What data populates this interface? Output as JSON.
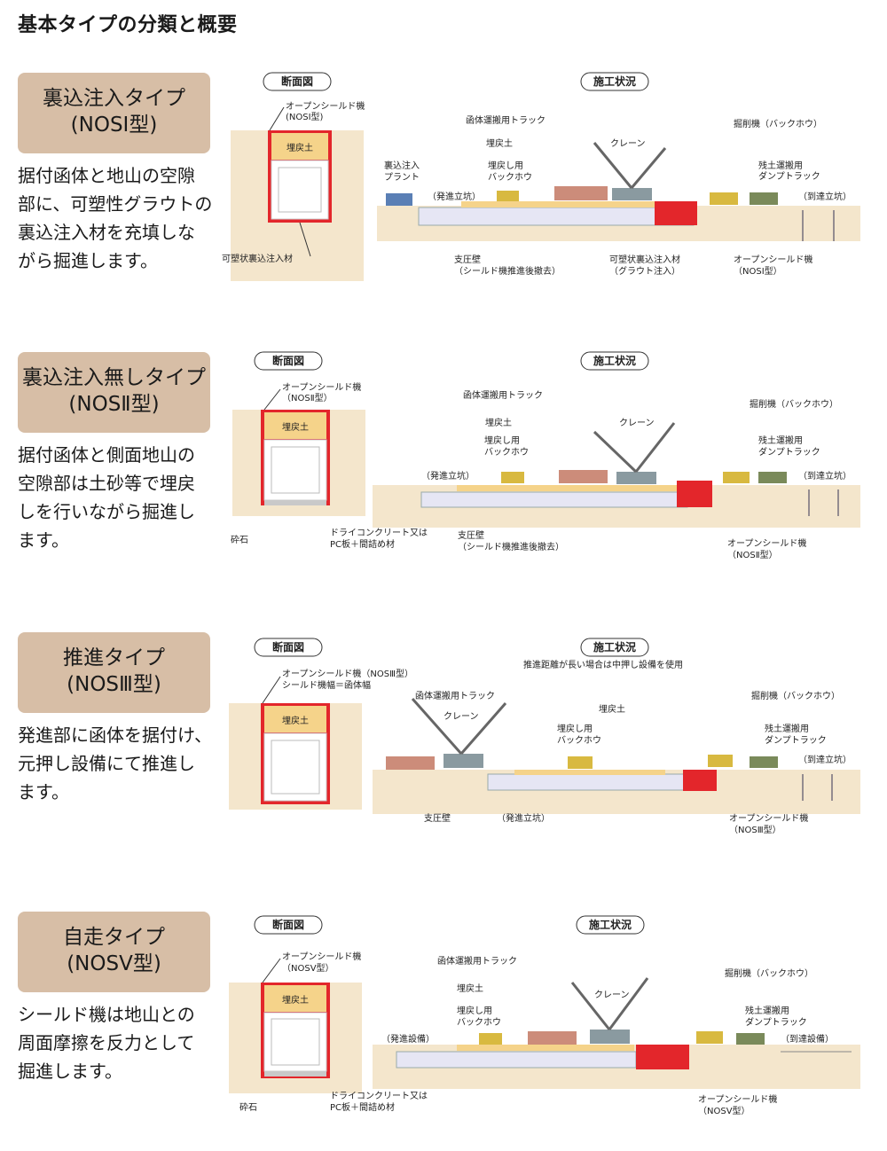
{
  "page_title": "基本タイプの分類と概要",
  "colors": {
    "badge": "#d7bea6",
    "ground": "#f4e6cc",
    "shield": "#e3262b",
    "backfill": "#f5d38a"
  },
  "sections": [
    {
      "title_1": "裏込注入タイプ",
      "title_2": "(NOSⅠ型)",
      "desc": [
        "据付函体と地山の空隙",
        "部に、可塑性グラウトの",
        "裏込注入材を充填しな",
        "がら掘進します。"
      ],
      "section_label": "断面図",
      "construction_label": "施工状況",
      "cs": {
        "shield_1": "オープンシールド機",
        "shield_2": "(NOSⅠ型)",
        "backfill": "埋戻土",
        "bottom": "可塑状裏込注入材"
      },
      "site": {
        "truck": "函体運搬用トラック",
        "backfill": "埋戻土",
        "crane": "クレーン",
        "excavator": "掘削機（バックホウ）",
        "dump_1": "残土運搬用",
        "dump_2": "ダンプトラック",
        "plant_1": "裏込注入",
        "plant_2": "プラント",
        "backhoe_1": "埋戻し用",
        "backhoe_2": "バックホウ",
        "start": "（発進立坑）",
        "arrive": "（到達立坑）",
        "b1_1": "支圧壁",
        "b1_2": "（シールド機推進後撤去）",
        "b2_1": "可塑状裏込注入材",
        "b2_2": "（グラウト注入）",
        "b3_1": "オープンシールド機",
        "b3_2": "（NOSⅠ型）"
      }
    },
    {
      "title_1": "裏込注入無しタイプ",
      "title_2": "(NOSⅡ型)",
      "desc": [
        "据付函体と側面地山の",
        "空隙部は土砂等で埋戻",
        "しを行いながら掘進し",
        "ます。"
      ],
      "section_label": "断面図",
      "construction_label": "施工状況",
      "cs": {
        "shield_1": "オープンシールド機",
        "shield_2": "（NOSⅡ型）",
        "backfill": "埋戻土",
        "b_left": "砕石",
        "b_right_1": "ドライコンクリート又は",
        "b_right_2": "PC板＋間詰め材"
      },
      "site": {
        "truck": "函体運搬用トラック",
        "backfill": "埋戻土",
        "crane": "クレーン",
        "excavator": "掘削機（バックホウ）",
        "dump_1": "残土運搬用",
        "dump_2": "ダンプトラック",
        "backhoe_1": "埋戻し用",
        "backhoe_2": "バックホウ",
        "start": "（発進立坑）",
        "arrive": "（到達立坑）",
        "b1_1": "支圧壁",
        "b1_2": "（シールド機推進後撤去）",
        "b3_1": "オープンシールド機",
        "b3_2": "（NOSⅡ型）"
      }
    },
    {
      "title_1": "推進タイプ",
      "title_2": "(NOSⅢ型)",
      "desc": [
        "発進部に函体を据付け、",
        "元押し設備にて推進し",
        "ます。"
      ],
      "section_label": "断面図",
      "construction_label": "施工状況",
      "note": "推進距離が長い場合は中押し設備を使用",
      "cs": {
        "shield_1": "オープンシールド機（NOSⅢ型）",
        "shield_2": "シールド機幅＝函体幅",
        "backfill": "埋戻土"
      },
      "site": {
        "truck": "函体運搬用トラック",
        "backfill": "埋戻土",
        "crane": "クレーン",
        "excavator": "掘削機（バックホウ）",
        "dump_1": "残土運搬用",
        "dump_2": "ダンプトラック",
        "backhoe_1": "埋戻し用",
        "backhoe_2": "バックホウ",
        "start": "（発進立坑）",
        "arrive": "（到達立坑）",
        "b1_1": "支圧壁",
        "b3_1": "オープンシールド機",
        "b3_2": "（NOSⅢ型）"
      }
    },
    {
      "title_1": "自走タイプ",
      "title_2": "(NOSV型)",
      "desc": [
        "シールド機は地山との",
        "周面摩擦を反力として",
        "掘進します。"
      ],
      "section_label": "断面図",
      "construction_label": "施工状況",
      "cs": {
        "shield_1": "オープンシールド機",
        "shield_2": "（NOSV型）",
        "backfill": "埋戻土",
        "b_left": "砕石",
        "b_right_1": "ドライコンクリート又は",
        "b_right_2": "PC板＋間詰め材"
      },
      "site": {
        "truck": "函体運搬用トラック",
        "backfill": "埋戻土",
        "crane": "クレーン",
        "excavator": "掘削機（バックホウ）",
        "dump_1": "残土運搬用",
        "dump_2": "ダンプトラック",
        "backhoe_1": "埋戻し用",
        "backhoe_2": "バックホウ",
        "start": "（発進設備）",
        "arrive": "（到達設備）",
        "b3_1": "オープンシールド機",
        "b3_2": "（NOSV型）"
      }
    }
  ]
}
